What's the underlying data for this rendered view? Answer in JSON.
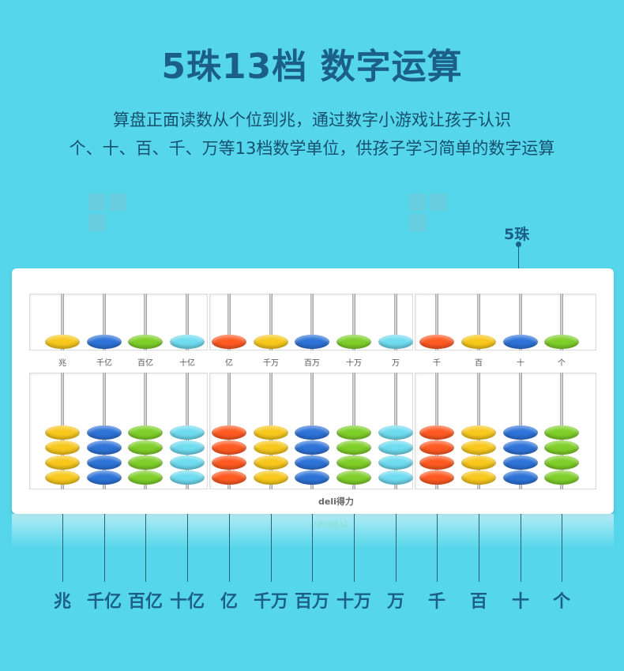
{
  "title": "5珠13档 数字运算",
  "description": {
    "line1": "算盘正面读数从个位到兆，通过数字小游戏让孩子认识",
    "line2": "个、十、百、千、万等13档数学单位，供孩子学习简单的数字运算"
  },
  "callout": "5珠",
  "brand": "deli得力",
  "columns": [
    {
      "beam_label": "兆",
      "bottom_label": "兆",
      "color": "#f8c81c"
    },
    {
      "beam_label": "千亿",
      "bottom_label": "千亿",
      "color": "#2e73d8"
    },
    {
      "beam_label": "百亿",
      "bottom_label": "百亿",
      "color": "#7fcf2a"
    },
    {
      "beam_label": "十亿",
      "bottom_label": "十亿",
      "color": "#6fdcf0"
    },
    {
      "beam_label": "亿",
      "bottom_label": "亿",
      "color": "#ff5a22"
    },
    {
      "beam_label": "千万",
      "bottom_label": "千万",
      "color": "#f8c81c"
    },
    {
      "beam_label": "百万",
      "bottom_label": "百万",
      "color": "#2e73d8"
    },
    {
      "beam_label": "十万",
      "bottom_label": "十万",
      "color": "#7fcf2a"
    },
    {
      "beam_label": "万",
      "bottom_label": "万",
      "color": "#6fdcf0"
    },
    {
      "beam_label": "千",
      "bottom_label": "千",
      "color": "#ff5a22"
    },
    {
      "beam_label": "百",
      "bottom_label": "百",
      "color": "#f8c81c"
    },
    {
      "beam_label": "十",
      "bottom_label": "十",
      "color": "#2e73d8"
    },
    {
      "beam_label": "个",
      "bottom_label": "个",
      "color": "#7fcf2a"
    }
  ]
}
